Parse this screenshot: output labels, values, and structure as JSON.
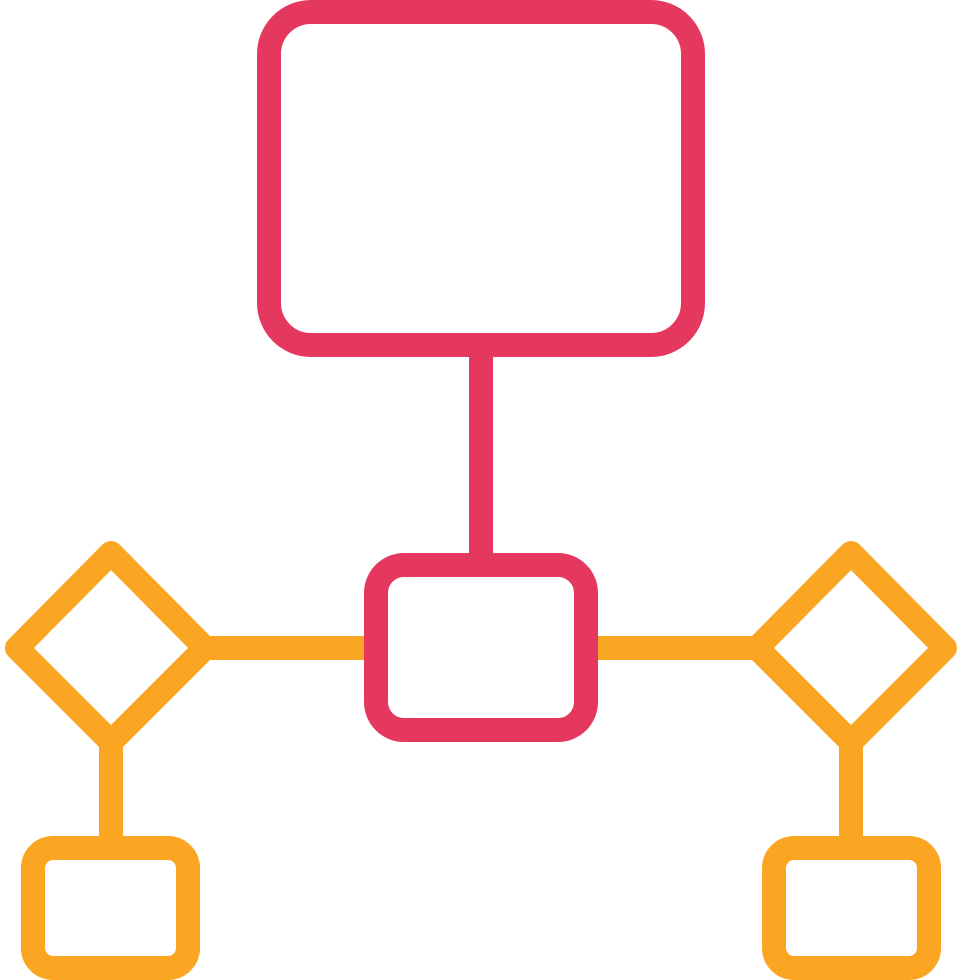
{
  "icon": {
    "name": "flowchart-icon",
    "style": "two-tone outline",
    "colors": {
      "primary": "#E5385F",
      "secondary": "#FBA623",
      "background": "#FFFFFF"
    }
  },
  "nodes": [
    {
      "name": "root-node",
      "shape": "rounded-rectangle",
      "color": "primary"
    },
    {
      "name": "hub-node",
      "shape": "rounded-rectangle",
      "color": "primary"
    },
    {
      "name": "left-decision",
      "shape": "diamond",
      "color": "secondary"
    },
    {
      "name": "right-decision",
      "shape": "diamond",
      "color": "secondary"
    },
    {
      "name": "left-leaf",
      "shape": "rounded-rectangle",
      "color": "secondary"
    },
    {
      "name": "right-leaf",
      "shape": "rounded-rectangle",
      "color": "secondary"
    }
  ],
  "edges": [
    {
      "from": "root-node",
      "to": "hub-node"
    },
    {
      "from": "hub-node",
      "to": "left-decision"
    },
    {
      "from": "hub-node",
      "to": "right-decision"
    },
    {
      "from": "left-decision",
      "to": "left-leaf"
    },
    {
      "from": "right-decision",
      "to": "right-leaf"
    }
  ]
}
